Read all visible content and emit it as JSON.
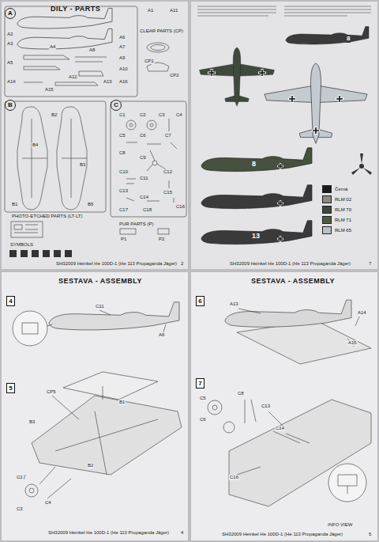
{
  "diagram": {
    "nodes": [
      {
        "text": [
          "DILY - PARTS"
        ]
      },
      {
        "text": [
          "A"
        ],
        "in": 0
      },
      {
        "text": [
          "B"
        ],
        "in": 0
      },
      {
        "text": [
          "C"
        ],
        "in": 0
      },
      {
        "text": [
          "SESTAVA - ASSEMBLY"
        ]
      },
      {
        "text": [
          "4"
        ],
        "in": 4
      },
      {
        "text": [
          "5"
        ],
        "in": 4
      },
      {
        "text": [
          "SESTAVA - ASSEMBLY"
        ]
      },
      {
        "text": [
          "6"
        ],
        "in": 7
      },
      {
        "text": [
          "7"
        ],
        "in": 7
      }
    ],
    "labels": [
      "CLEAR PARTS (CP)",
      "A1",
      "A2",
      "A3",
      "A4",
      "A5",
      "A6",
      "A7",
      "A8",
      "A9",
      "A10",
      "A11",
      "A12",
      "A13",
      "A14",
      "A15",
      "A16",
      "CP1",
      "CP2",
      "B1",
      "B2",
      "B3",
      "B4",
      "B5",
      "C1",
      "C2",
      "C3",
      "C4",
      "C5",
      "C6",
      "C7",
      "C8",
      "C9",
      "C10",
      "C11",
      "C12",
      "C13",
      "C14",
      "C15",
      "C16",
      "C17",
      "C18",
      "PHOTO-ETCHED PARTS (LT-LT)",
      "PUR PARTS (P)",
      "P1",
      "P2",
      "SYMBOLS",
      "SH32009 Heinkel He 100D-1 (He 113 Propaganda Jäger)",
      "2",
      "8",
      "8",
      "13",
      "SH32009 Heinkel He 100D-1 (He 113 Propaganda Jäger)",
      "7",
      "C11",
      "A6",
      "CP5",
      "B1",
      "B2",
      "B3",
      "C2",
      "C4",
      "C3",
      "SH32009 Heinkel He 100D-1 (He 113 Propaganda Jäger)",
      "4",
      "A13",
      "A14",
      "A15",
      "C5",
      "C6",
      "C8",
      "C13",
      "C14",
      "C16",
      "INFO VIEW",
      "SH32009 Heinkel He 100D-1 (He 113 Propaganda Jäger)",
      "5"
    ],
    "legend": [
      {
        "text": "Černá",
        "color": "#1a1a1a"
      },
      {
        "text": "RLM 02",
        "color": "#8a8a80"
      },
      {
        "text": "RLM 70",
        "color": "#3b4a3a"
      },
      {
        "text": "RLM 71",
        "color": "#4d5a44"
      },
      {
        "text": "RLM 65",
        "color": "#b8c2c8"
      }
    ]
  }
}
